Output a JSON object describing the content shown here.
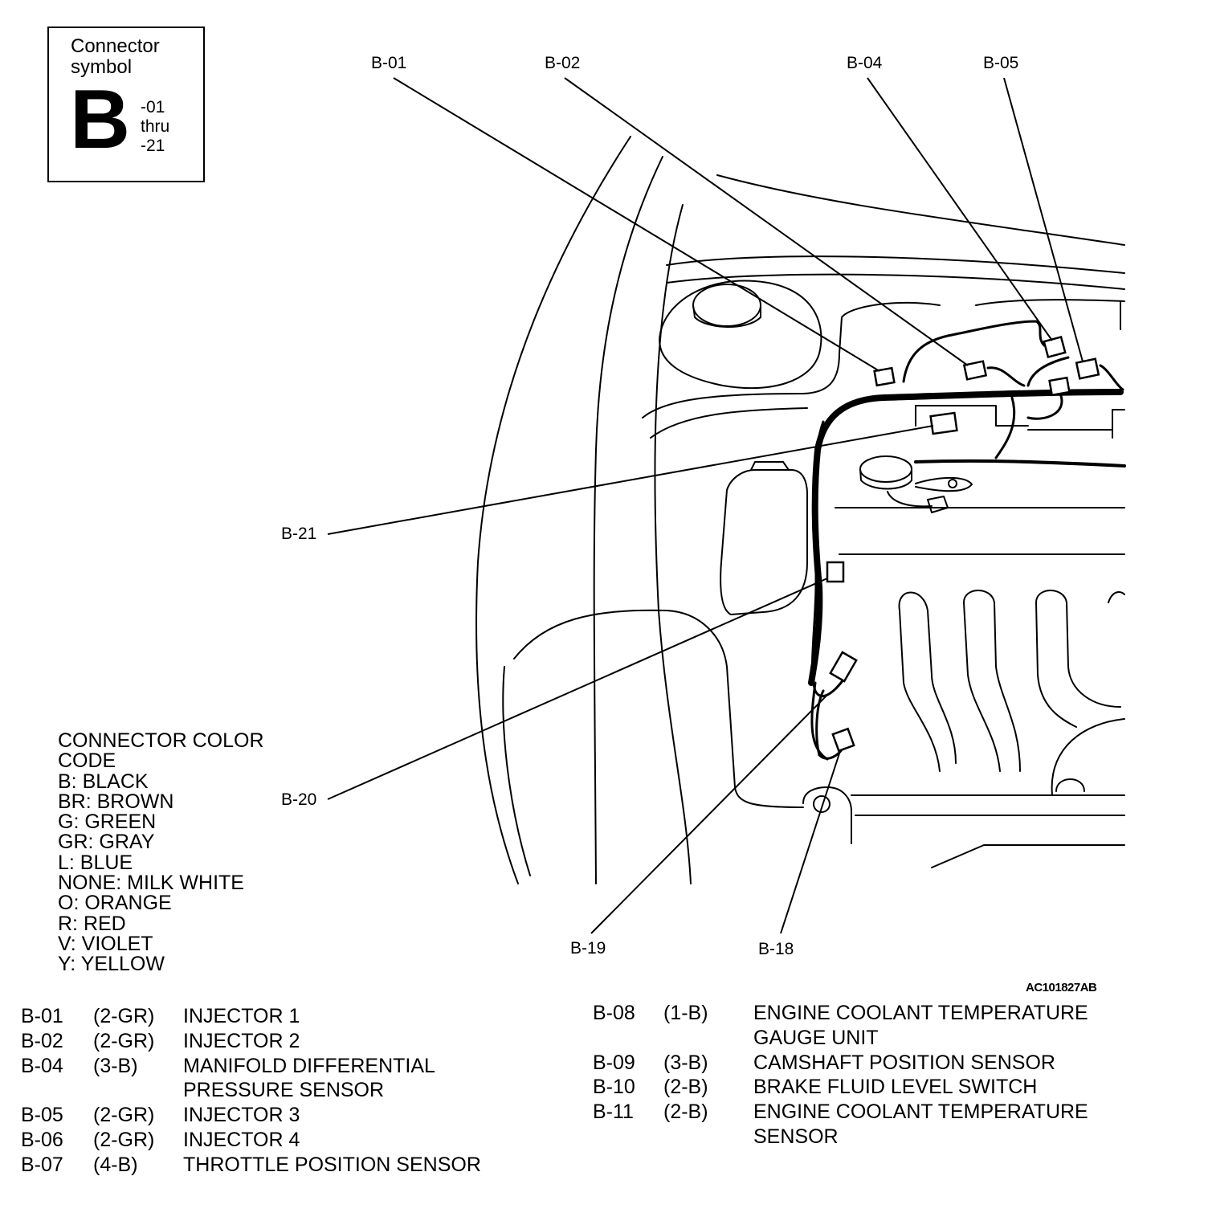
{
  "connector_symbol": {
    "title_line1": "Connector",
    "title_line2": "symbol",
    "letter": "B",
    "range_line1": "-01",
    "range_line2": "thru",
    "range_line3": "-21"
  },
  "callouts": {
    "b01": "B-01",
    "b02": "B-02",
    "b04": "B-04",
    "b05": "B-05",
    "b21": "B-21",
    "b20": "B-20",
    "b19": "B-19",
    "b18": "B-18"
  },
  "color_code": {
    "title_line1": "CONNECTOR COLOR",
    "title_line2": "CODE",
    "entries": [
      "B: BLACK",
      "BR: BROWN",
      "G: GREEN",
      "GR: GRAY",
      "L: BLUE",
      "NONE: MILK WHITE",
      "O: ORANGE",
      "R: RED",
      "V: VIOLET",
      "Y: YELLOW"
    ]
  },
  "figure_id": "AC101827AB",
  "connectors_left": [
    {
      "code": "B-01",
      "color": "(2-GR)",
      "name": "INJECTOR 1",
      "name2": ""
    },
    {
      "code": "B-02",
      "color": "(2-GR)",
      "name": "INJECTOR 2",
      "name2": ""
    },
    {
      "code": "B-04",
      "color": "(3-B)",
      "name": "MANIFOLD DIFFERENTIAL",
      "name2": "PRESSURE SENSOR"
    },
    {
      "code": "B-05",
      "color": "(2-GR)",
      "name": "INJECTOR 3",
      "name2": ""
    },
    {
      "code": "B-06",
      "color": "(2-GR)",
      "name": "INJECTOR 4",
      "name2": ""
    },
    {
      "code": "B-07",
      "color": "(4-B)",
      "name": "THROTTLE POSITION SENSOR",
      "name2": ""
    }
  ],
  "connectors_right": [
    {
      "code": "B-08",
      "color": "(1-B)",
      "name": "ENGINE COOLANT TEMPERATURE",
      "name2": "GAUGE UNIT"
    },
    {
      "code": "B-09",
      "color": "(3-B)",
      "name": "CAMSHAFT POSITION SENSOR",
      "name2": ""
    },
    {
      "code": "B-10",
      "color": "(2-B)",
      "name": "BRAKE FLUID LEVEL SWITCH",
      "name2": ""
    },
    {
      "code": "B-11",
      "color": "(2-B)",
      "name": "ENGINE COOLANT TEMPERATURE",
      "name2": "SENSOR"
    }
  ]
}
